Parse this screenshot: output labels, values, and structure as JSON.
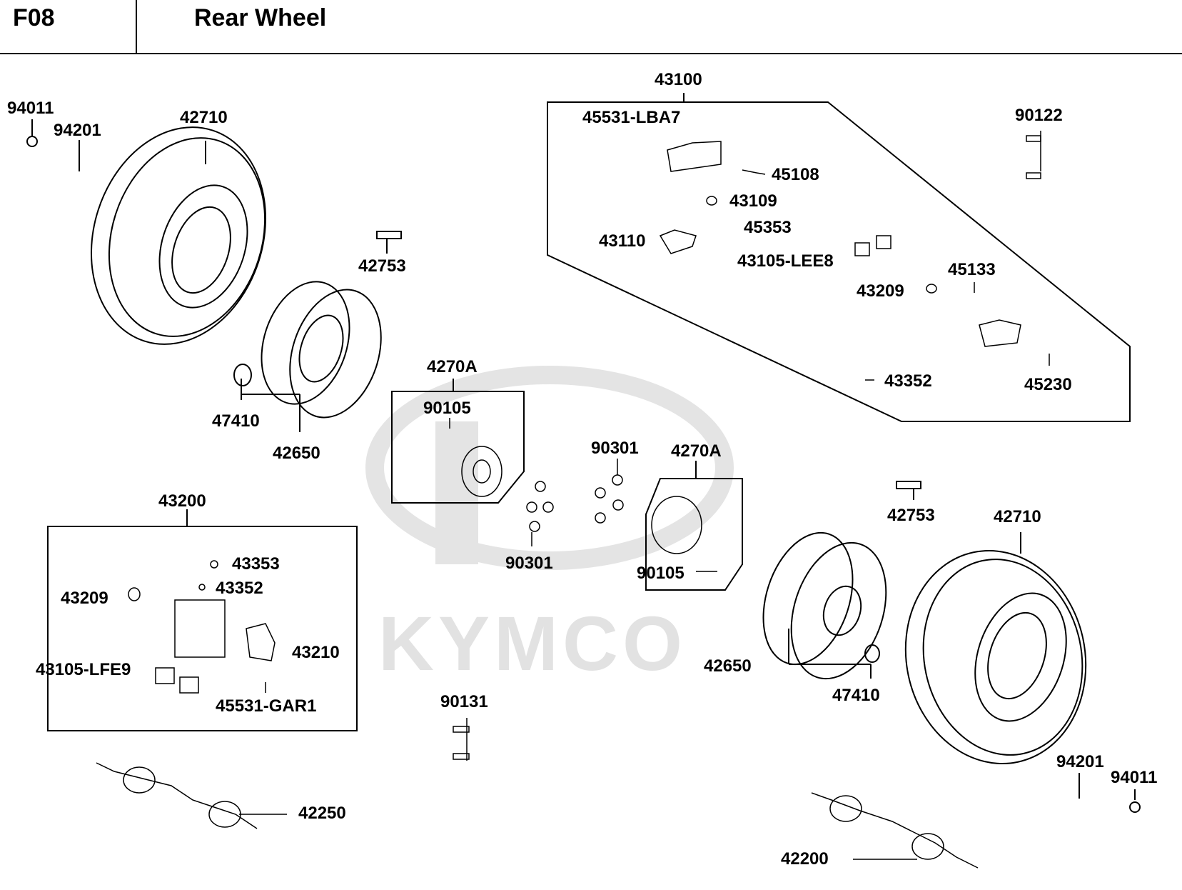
{
  "header": {
    "code": "F08",
    "title": "Rear Wheel"
  },
  "watermark": {
    "brand": "KYMCO"
  },
  "groups": {
    "caliper_front_set": {
      "label": "43100"
    },
    "caliper_rear_set": {
      "label": "43200"
    },
    "hub_left": {
      "label": "4270A"
    },
    "hub_right": {
      "label": "4270A"
    }
  },
  "parts": {
    "nut_94011_left": "94011",
    "pin_94201_left": "94201",
    "tire_left": "42710",
    "valve_left": "42753",
    "cap_left": "47410",
    "rim_left": "42650",
    "bolt_90105_left": "90105",
    "nut_90301_left": "90301",
    "nut_90301_mid": "90301",
    "bolt_90105_right": "90105",
    "screw_45531_lba7": "45531-LBA7",
    "kit_45108": "45108",
    "ring_43109": "43109",
    "cap_45353": "45353",
    "bracket_43110": "43110",
    "pad_43105_lee8": "43105-LEE8",
    "ring_43209_top": "43209",
    "boot_45133": "45133",
    "bleeder_43352_top": "43352",
    "pin_45230": "45230",
    "bolt_90122": "90122",
    "cap_43353": "43353",
    "bleeder_43352_bottom": "43352",
    "ring_43209_bottom": "43209",
    "bracket_43210": "43210",
    "pad_43105_lfe9": "43105-LFE9",
    "screw_45531_gar1": "45531-GAR1",
    "bolt_90131": "90131",
    "shaft_42250": "42250",
    "valve_right": "42753",
    "tire_right": "42710",
    "rim_right": "42650",
    "cap_right": "47410",
    "pin_94201_right": "94201",
    "nut_94011_right": "94011",
    "shaft_42200": "42200"
  }
}
